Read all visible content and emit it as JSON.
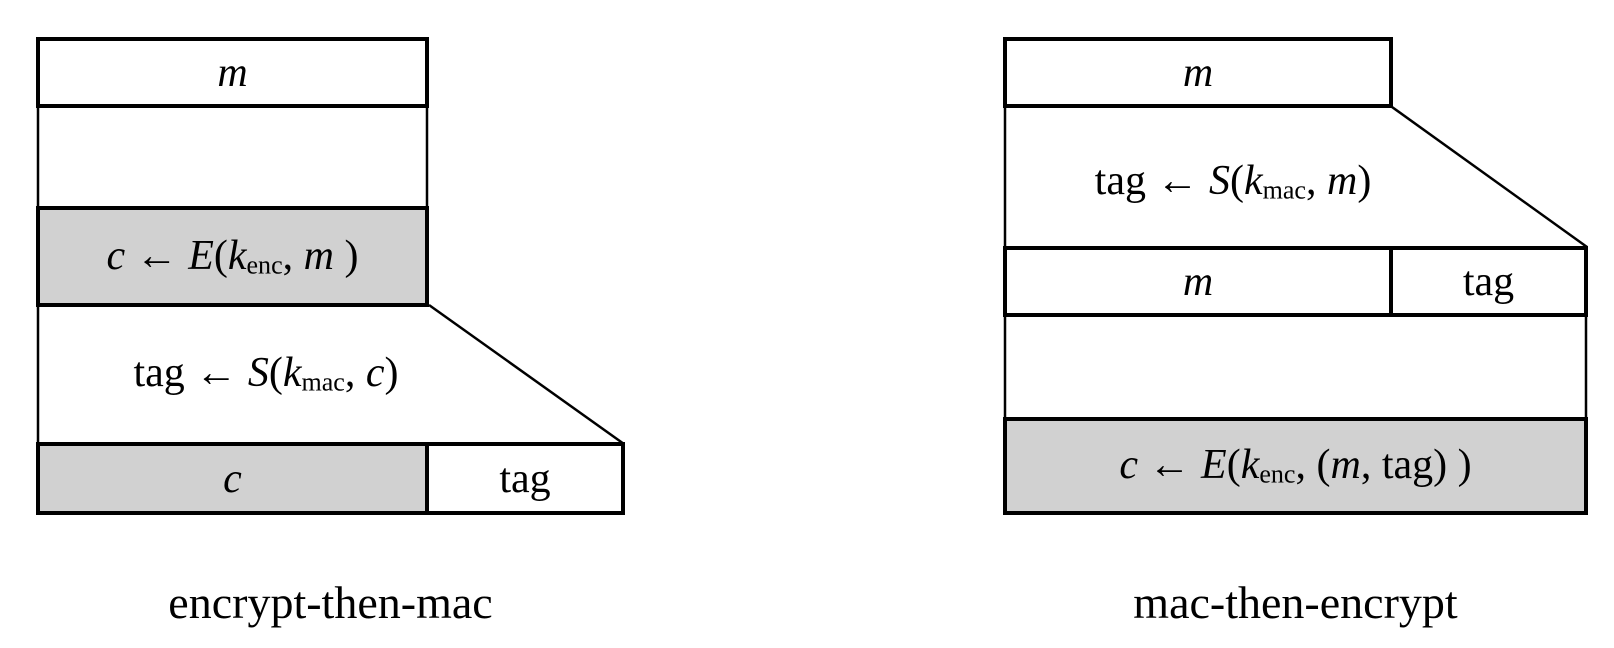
{
  "colors": {
    "line": "#000000",
    "fill-gray": "#d1d1d1",
    "bg": "#ffffff"
  },
  "encrypt_then_mac": {
    "caption": "encrypt-then-mac",
    "message_box": [
      {
        "c": "it",
        "t": "m"
      }
    ],
    "encrypt_step": [
      {
        "c": "it",
        "t": "c"
      },
      {
        "c": "rm",
        "t": " ← "
      },
      {
        "c": "it",
        "t": "E"
      },
      {
        "c": "rm",
        "t": "("
      },
      {
        "c": "it",
        "t": "k"
      },
      {
        "c": "sub",
        "t": "enc"
      },
      {
        "c": "rm",
        "t": ", "
      },
      {
        "c": "it",
        "t": "m"
      },
      {
        "c": "rm",
        "t": " )"
      }
    ],
    "sign_step": [
      {
        "c": "rm",
        "t": "tag ← "
      },
      {
        "c": "it",
        "t": "S"
      },
      {
        "c": "rm",
        "t": "("
      },
      {
        "c": "it",
        "t": "k"
      },
      {
        "c": "sub",
        "t": "mac"
      },
      {
        "c": "rm",
        "t": ", "
      },
      {
        "c": "it",
        "t": "c"
      },
      {
        "c": "rm",
        "t": ")"
      }
    ],
    "output_c_box": [
      {
        "c": "it",
        "t": "c"
      }
    ],
    "output_tag_box": [
      {
        "c": "rm",
        "t": "tag"
      }
    ]
  },
  "mac_then_encrypt": {
    "caption": "mac-then-encrypt",
    "message_box": [
      {
        "c": "it",
        "t": "m"
      }
    ],
    "sign_step": [
      {
        "c": "rm",
        "t": "tag ← "
      },
      {
        "c": "it",
        "t": "S"
      },
      {
        "c": "rm",
        "t": "("
      },
      {
        "c": "it",
        "t": "k"
      },
      {
        "c": "sub",
        "t": "mac"
      },
      {
        "c": "rm",
        "t": ", "
      },
      {
        "c": "it",
        "t": "m"
      },
      {
        "c": "rm",
        "t": ")"
      }
    ],
    "row_m_box": [
      {
        "c": "it",
        "t": "m"
      }
    ],
    "row_tag_box": [
      {
        "c": "rm",
        "t": "tag"
      }
    ],
    "encrypt_step": [
      {
        "c": "it",
        "t": "c"
      },
      {
        "c": "rm",
        "t": " ← "
      },
      {
        "c": "it",
        "t": "E"
      },
      {
        "c": "rm",
        "t": "("
      },
      {
        "c": "it",
        "t": "k"
      },
      {
        "c": "sub",
        "t": "enc"
      },
      {
        "c": "rm",
        "t": ",  ("
      },
      {
        "c": "it",
        "t": "m"
      },
      {
        "c": "rm",
        "t": ", tag) )"
      }
    ]
  }
}
